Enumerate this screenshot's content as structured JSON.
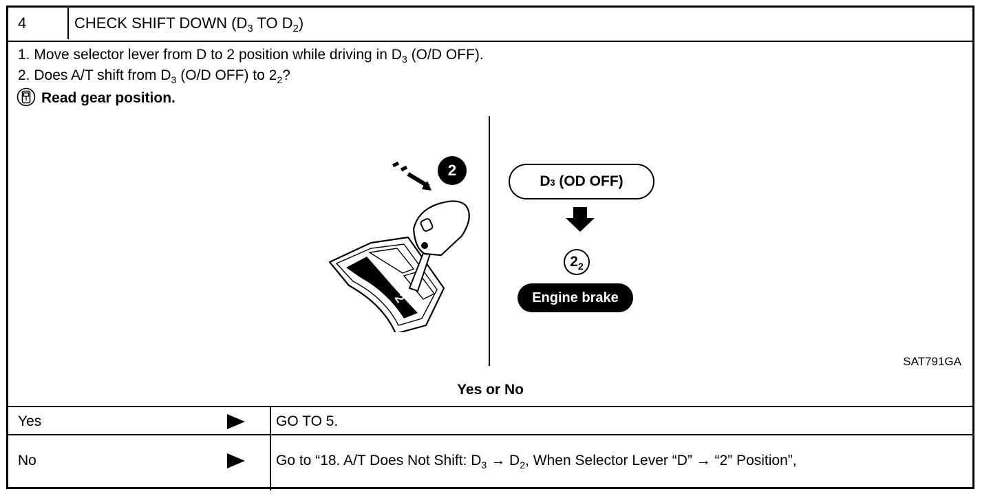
{
  "header": {
    "step_number": "4",
    "title_pre": "CHECK SHIFT DOWN (D",
    "title_sub1": "3",
    "title_mid": " TO D",
    "title_sub2": "2",
    "title_post": ")"
  },
  "steps": [
    {
      "pre": "1.  Move selector lever from D to 2 position while driving in D",
      "sub": "3",
      "post": " (O/D OFF)."
    },
    {
      "pre": "2.  Does A/T shift from D",
      "sub": "3",
      "mid": " (O/D OFF) to 2",
      "sub2": "2",
      "post": "?"
    }
  ],
  "read_gear": "Read gear position.",
  "illustration": {
    "circle_label": "2",
    "lever_plate_label": "2",
    "pill_d": "D",
    "pill_sub": "3",
    "pill_rest": " (OD  OFF)",
    "gear_main": "2",
    "gear_sub": "2",
    "engine_brake": "Engine brake",
    "figure_ref": "SAT791GA"
  },
  "question": "Yes or No",
  "answers": [
    {
      "key": "Yes",
      "value": "GO TO 5."
    },
    {
      "key": "No",
      "value_pre": "Go to “18. A/T Does Not Shift: D",
      "value_sub1": "3",
      "value_arrow1": " → D",
      "value_sub2": "2",
      "value_post": ", When Selector Lever “D” → “2” Position”,"
    }
  ]
}
